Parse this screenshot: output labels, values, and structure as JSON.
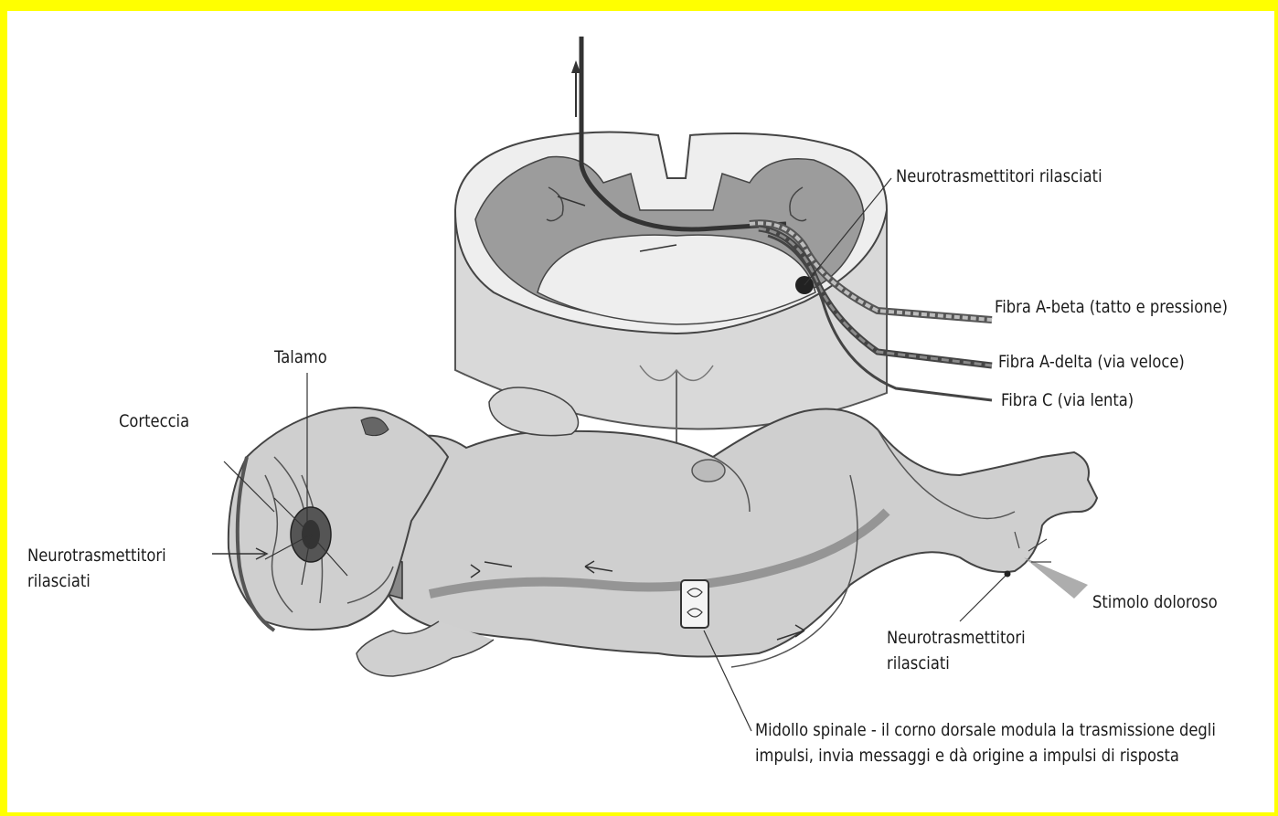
{
  "frame_color": "#ffff00",
  "labels": {
    "neurotrasmettitori_top": "Neurotrasmettitori rilasciati",
    "fibra_a_beta": "Fibra A-beta (tatto e pressione)",
    "fibra_a_delta": "Fibra A-delta (via veloce)",
    "fibra_c": "Fibra C (via lenta)",
    "talamo": "Talamo",
    "corteccia": "Corteccia",
    "neurotrasmettitori_left_1": "Neurotrasmettitori",
    "neurotrasmettitori_left_2": "rilasciati",
    "stimolo_doloroso": "Stimolo doloroso",
    "neurotrasmettitori_right_1": "Neurotrasmettitori",
    "neurotrasmettitori_right_2": "rilasciati",
    "midollo_1": "Midollo spinale - il corno dorsale modula la trasmissione degli",
    "midollo_2": "impulsi, invia messaggi e  dà origine a impulsi di risposta"
  }
}
